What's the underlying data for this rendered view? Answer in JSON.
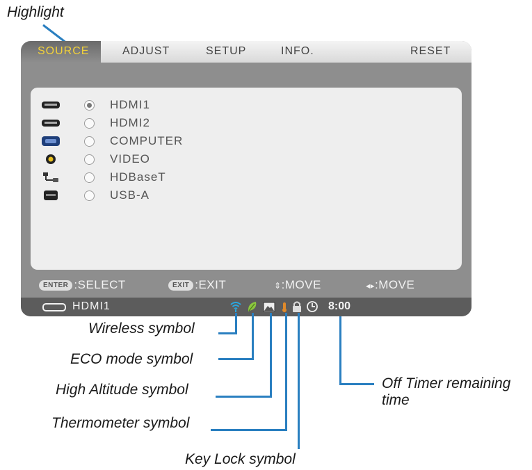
{
  "callouts": {
    "highlight": "Highlight",
    "wireless": "Wireless symbol",
    "eco": "ECO mode symbol",
    "high_altitude": "High Altitude symbol",
    "thermometer": "Thermometer symbol",
    "key_lock": "Key Lock symbol",
    "off_timer_line1": "Off Timer remaining",
    "off_timer_line2": "time"
  },
  "menu": {
    "tabs": [
      {
        "label": "SOURCE",
        "active": true
      },
      {
        "label": "ADJUST",
        "active": false
      },
      {
        "label": "SETUP",
        "active": false
      },
      {
        "label": "INFO.",
        "active": false
      },
      {
        "label": "RESET",
        "active": false
      }
    ],
    "sources": [
      {
        "label": "HDMI1",
        "selected": true,
        "icon": "hdmi-icon"
      },
      {
        "label": "HDMI2",
        "selected": false,
        "icon": "hdmi-icon"
      },
      {
        "label": "COMPUTER",
        "selected": false,
        "icon": "vga-computer-icon"
      },
      {
        "label": "VIDEO",
        "selected": false,
        "icon": "video-rca-icon"
      },
      {
        "label": "HDBaseT",
        "selected": false,
        "icon": "hdbaset-network-icon"
      },
      {
        "label": "USB-A",
        "selected": false,
        "icon": "usb-icon"
      }
    ],
    "help": {
      "enter_key": "ENTER",
      "enter_action": ":SELECT",
      "exit_key": "EXIT",
      "exit_action": ":EXIT",
      "move_vertical": ":MOVE",
      "move_horizontal": ":MOVE"
    },
    "status": {
      "input": "HDMI1",
      "timer": "8:00"
    }
  },
  "colors": {
    "leader_line": "#2a7fc0",
    "active_tab": "#f3d23a",
    "wireless": "#2aa8e0",
    "eco": "#8cc63f",
    "thermometer": "#e08a2a"
  }
}
